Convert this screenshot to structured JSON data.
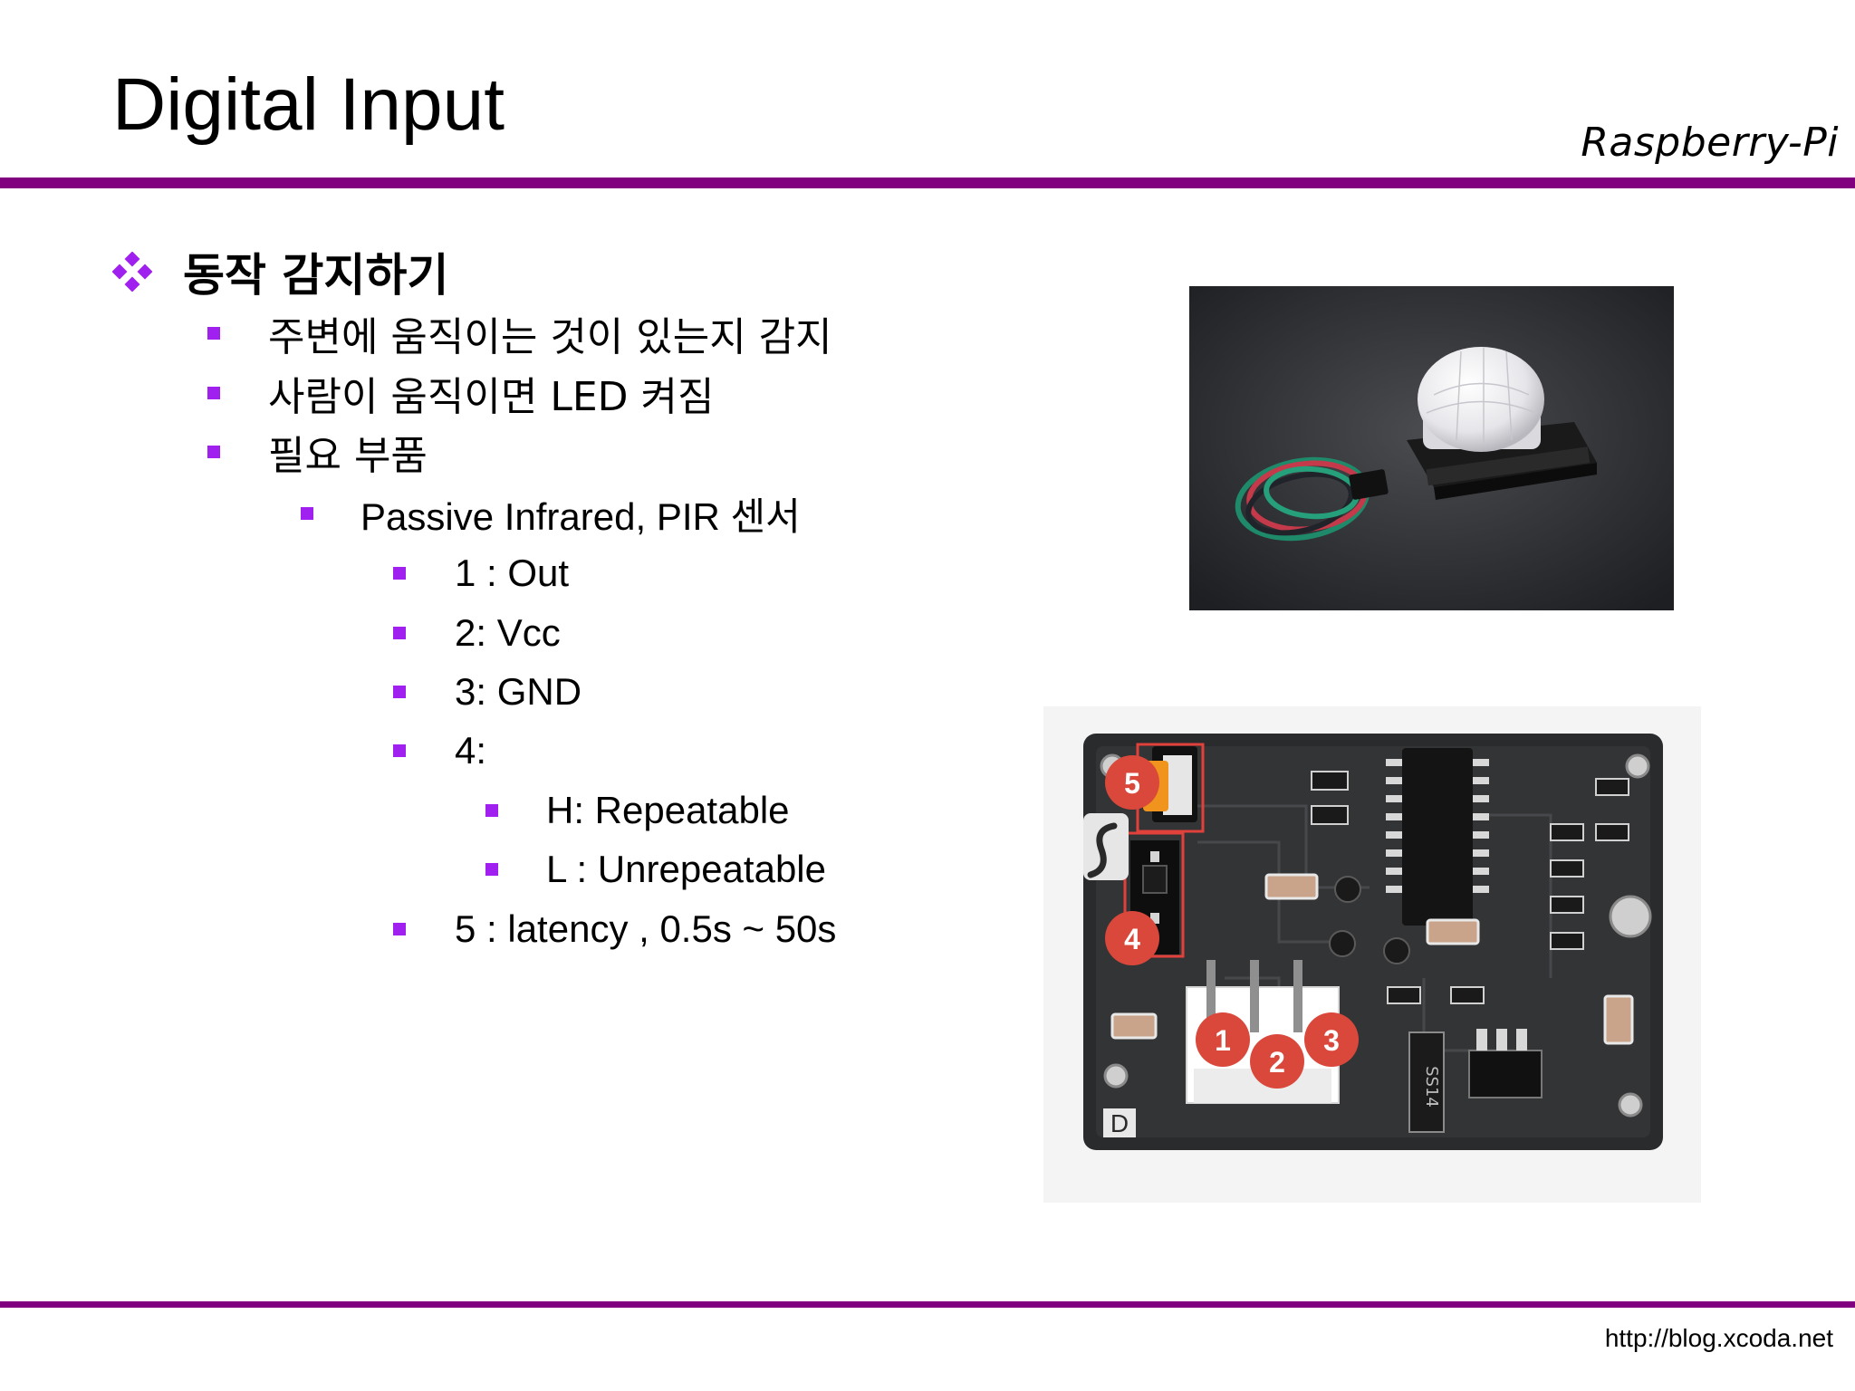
{
  "header": {
    "title": "Digital Input",
    "brand": "Raspberry-Pi"
  },
  "theme": {
    "rule_color": "#800080",
    "bullet_color": "#a020f0"
  },
  "content": {
    "heading": "동작 감지하기",
    "items": [
      "주변에 움직이는 것이 있는지 감지",
      "사람이 움직이면 LED 켜짐",
      "필요 부품"
    ],
    "sensor": {
      "label": "Passive Infrared, PIR 센서",
      "pins": [
        "1 : Out",
        "2: Vcc",
        "3: GND",
        "4:"
      ],
      "pin4_modes": [
        "H: Repeatable",
        "L : Unrepeatable"
      ],
      "pin5": "5 : latency , 0.5s ~ 50s"
    }
  },
  "images": {
    "board_labels": [
      "1",
      "2",
      "3",
      "4",
      "5"
    ],
    "board_marking": "D",
    "chip_marking": "SS14"
  },
  "footer": {
    "url": "http://blog.xcoda.net"
  }
}
